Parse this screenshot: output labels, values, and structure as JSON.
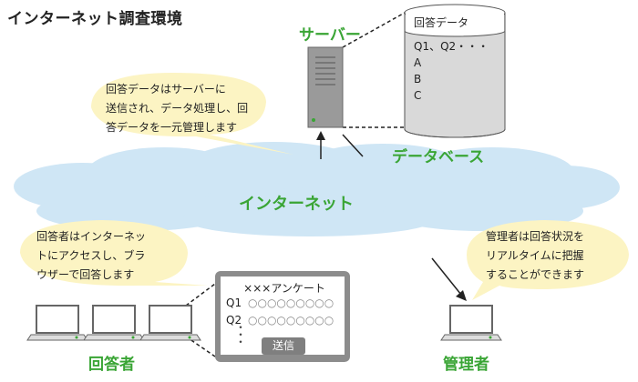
{
  "title": "インターネット調査環境",
  "server": {
    "label": "サーバー"
  },
  "database": {
    "label": "データベース",
    "title": "回答データ",
    "rows": [
      "Q1、Q2・・・",
      "A",
      "B",
      "C"
    ]
  },
  "internet": {
    "label": "インターネット"
  },
  "bubbles": {
    "server_note": [
      "回答データはサーバーに",
      "送信され、データ処理し、回",
      "答データを一元管理します"
    ],
    "respondent_note": [
      "回答者はインターネッ",
      "トにアクセスし、ブラ",
      "ウザーで回答します"
    ],
    "admin_note": [
      "管理者は回答状況を",
      "リアルタイムに把握",
      "することができます"
    ]
  },
  "form": {
    "title": "×××アンケート",
    "questions": [
      {
        "label": "Q1",
        "options": "○○○○○○○○○"
      },
      {
        "label": "Q2",
        "options": "○○○○○○○○○"
      }
    ],
    "dots": "・\n・\n・",
    "send_label": "送信"
  },
  "respondents": {
    "label": "回答者"
  },
  "admin": {
    "label": "管理者"
  },
  "colors": {
    "cloud": "#cfe6f5",
    "bubble": "#fcf4c3",
    "accent_green": "#3aa535",
    "db_body": "#d9d9d9",
    "server_body": "#9a9a9a"
  }
}
